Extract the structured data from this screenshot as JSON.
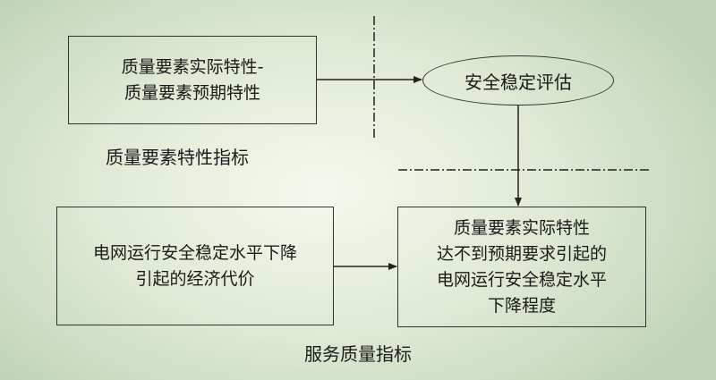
{
  "diagram": {
    "box_top_left": "质量要素实际特性-\n质量要素预期特性",
    "ellipse": "安全稳定评估",
    "caption_top": "质量要素特性指标",
    "box_bottom_left": "电网运行安全稳定水平下降\n引起的经济代价",
    "box_bottom_right": "质量要素实际特性\n达不到预期要求引起的\n电网运行安全稳定水平\n下降程度",
    "caption_bottom": "服务质量指标"
  },
  "colors": {
    "background_center": "#f4f8ef",
    "background_edge": "#c2d5b8",
    "stroke": "#333333",
    "text": "#1a1a1a"
  }
}
